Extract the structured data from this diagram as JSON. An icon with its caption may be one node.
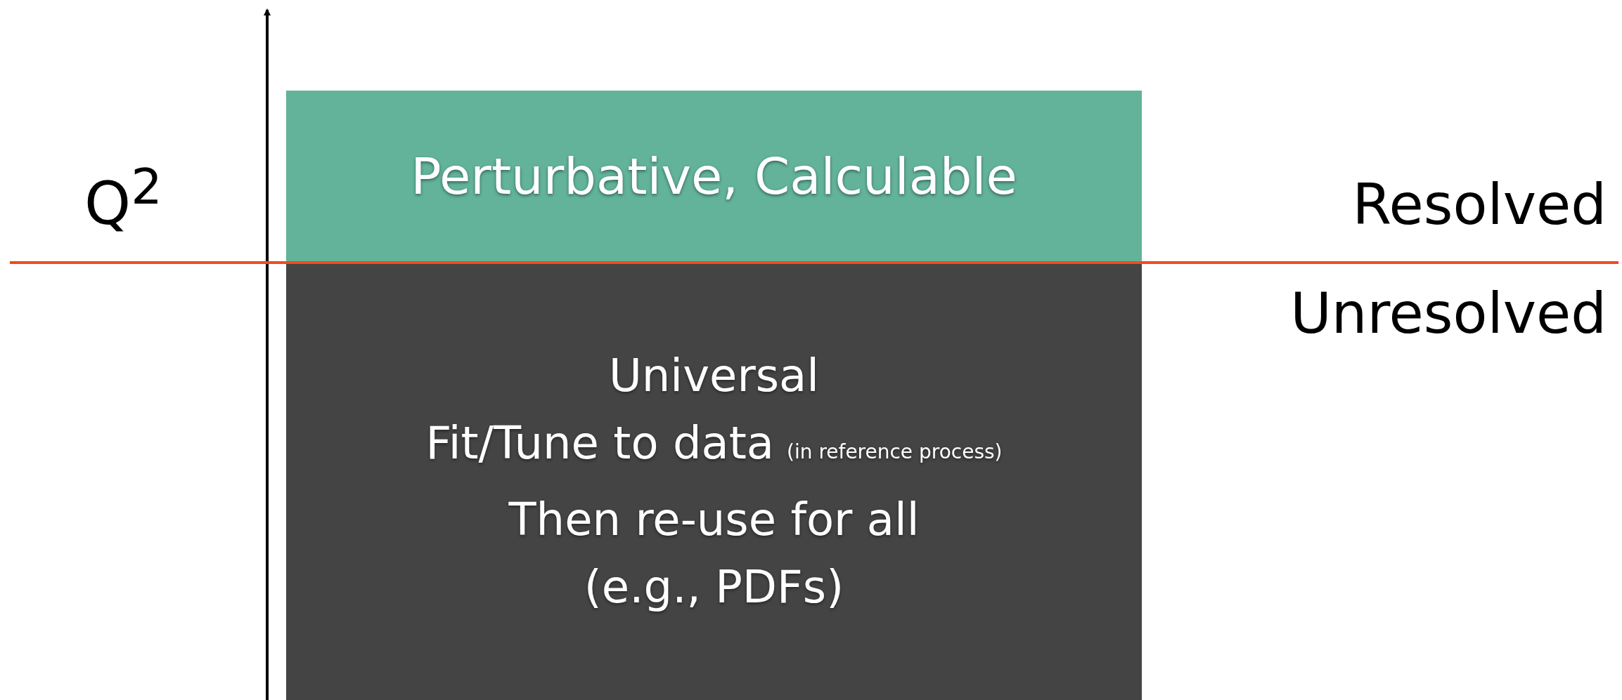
{
  "diagram": {
    "nodes": [
      {
        "text": [
          "Perturbative, Calculable"
        ]
      },
      {
        "text": [
          "Universal",
          "Fit/Tune to data",
          "(in reference process)",
          "Then re-use for all",
          "(e.g., PDFs)"
        ]
      }
    ],
    "labels": [
      "Q$^{2}$",
      "Resolved",
      "Unresolved"
    ]
  }
}
